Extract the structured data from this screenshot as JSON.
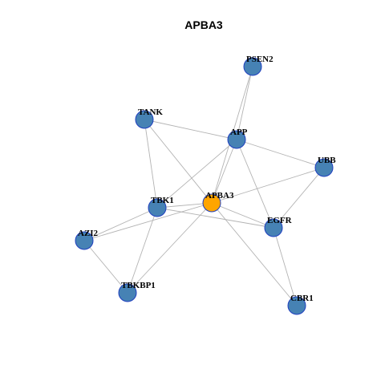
{
  "title": "APBA3",
  "colors": {
    "background": "#ffffff",
    "node_default": "#4682b4",
    "node_focus": "#ffa500",
    "node_border": "#1f3fbf",
    "edge": "#b3b3b3"
  },
  "nodes": [
    {
      "id": "PSEN2",
      "label": "PSEN2",
      "focus": false
    },
    {
      "id": "TANK",
      "label": "TANK",
      "focus": false
    },
    {
      "id": "APP",
      "label": "APP",
      "focus": false
    },
    {
      "id": "UBB",
      "label": "UBB",
      "focus": false
    },
    {
      "id": "TBK1",
      "label": "TBK1",
      "focus": false
    },
    {
      "id": "APBA3",
      "label": "APBA3",
      "focus": true
    },
    {
      "id": "EGFR",
      "label": "EGFR",
      "focus": false
    },
    {
      "id": "AZI2",
      "label": "AZI2",
      "focus": false
    },
    {
      "id": "TBKBP1",
      "label": "TBKBP1",
      "focus": false
    },
    {
      "id": "CBR1",
      "label": "CBR1",
      "focus": false
    }
  ],
  "edges": [
    [
      "PSEN2",
      "APP"
    ],
    [
      "PSEN2",
      "APBA3"
    ],
    [
      "TANK",
      "APP"
    ],
    [
      "TANK",
      "TBK1"
    ],
    [
      "TANK",
      "APBA3"
    ],
    [
      "APP",
      "APBA3"
    ],
    [
      "APP",
      "UBB"
    ],
    [
      "APP",
      "EGFR"
    ],
    [
      "APP",
      "TBK1"
    ],
    [
      "UBB",
      "APBA3"
    ],
    [
      "UBB",
      "EGFR"
    ],
    [
      "TBK1",
      "APBA3"
    ],
    [
      "TBK1",
      "EGFR"
    ],
    [
      "TBK1",
      "AZI2"
    ],
    [
      "TBK1",
      "TBKBP1"
    ],
    [
      "APBA3",
      "EGFR"
    ],
    [
      "APBA3",
      "AZI2"
    ],
    [
      "APBA3",
      "TBKBP1"
    ],
    [
      "APBA3",
      "CBR1"
    ],
    [
      "EGFR",
      "CBR1"
    ],
    [
      "AZI2",
      "TBKBP1"
    ]
  ]
}
